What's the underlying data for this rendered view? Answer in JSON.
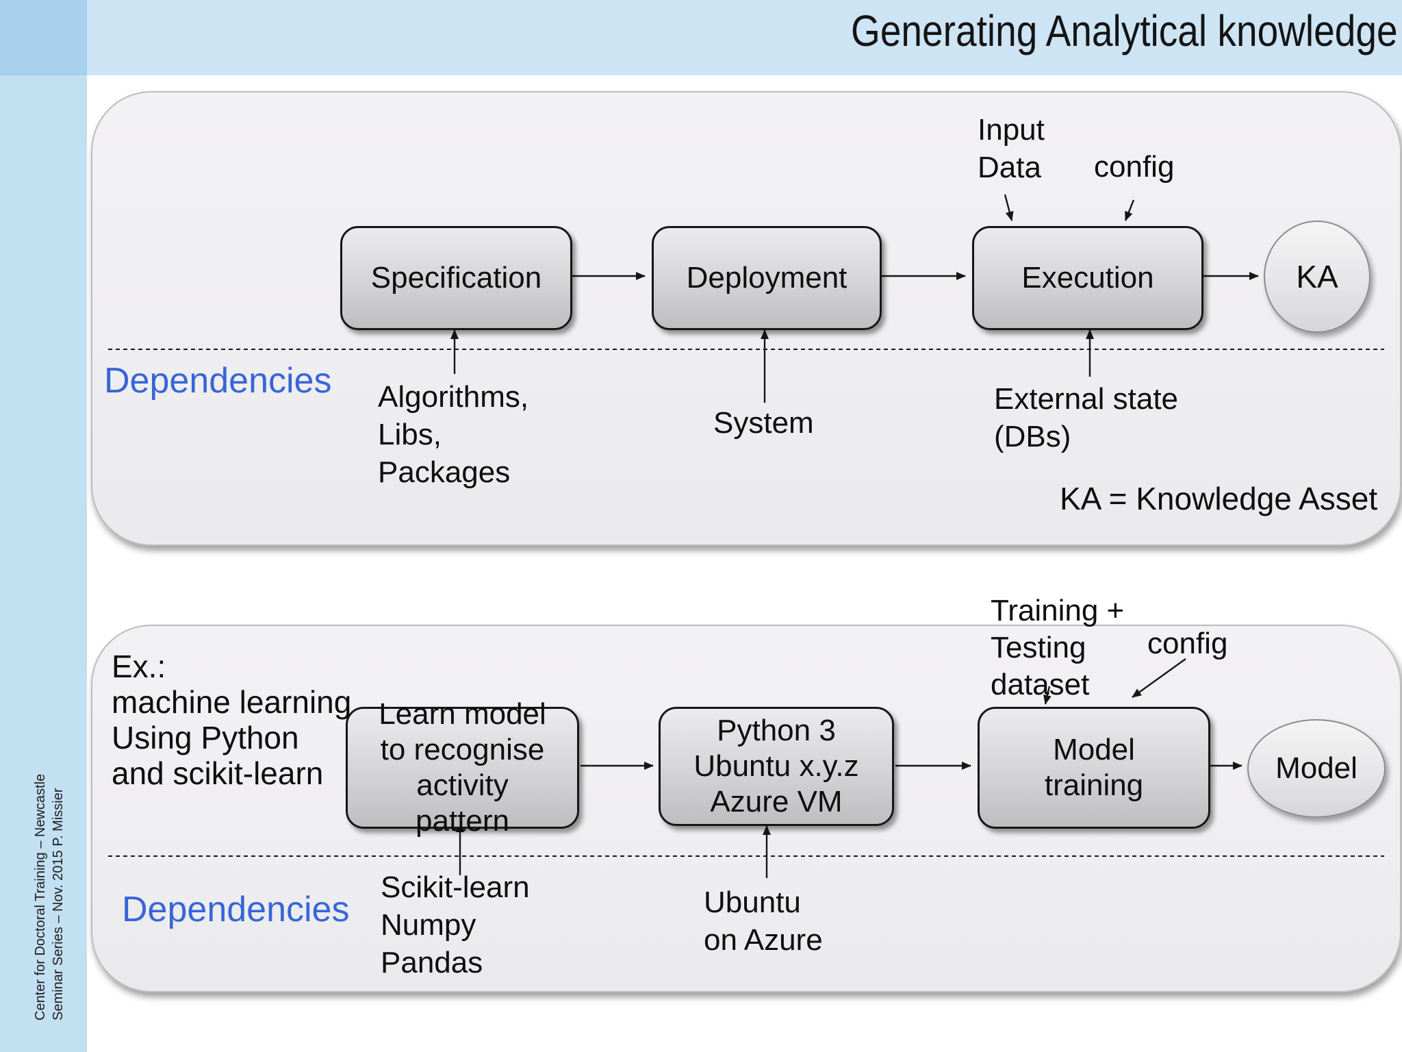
{
  "header": {
    "title": "Generating Analytical knowledge"
  },
  "footer": {
    "line1": "Center for Doctoral Training – Newcastle",
    "line2": "Seminar Series – Nov. 2015 P. Missier"
  },
  "colors": {
    "accent_blue": "#3765d8",
    "top_bar": "#cde4f4",
    "corner_square": "#a6d0eb",
    "sidebar": "#c3dff2",
    "panel_bg": "#f0eff1"
  },
  "panel1": {
    "nodes": {
      "specification": "Specification",
      "deployment": "Deployment",
      "execution": "Execution",
      "ka": "KA"
    },
    "labels": {
      "input_data": "Input\nData",
      "config": "config",
      "dependencies": "Dependencies",
      "algorithms": "Algorithms,\nLibs,\nPackages",
      "system": "System",
      "external_state": "External state\n(DBs)",
      "ka_note": "KA = Knowledge Asset"
    }
  },
  "panel2": {
    "intro": "Ex.:\nmachine learning\nUsing Python\nand scikit-learn",
    "nodes": {
      "learn_model": "Learn model\nto recognise\nactivity\npattern",
      "python_vm": "Python 3\nUbuntu x.y.z\nAzure VM",
      "model_training": "Model\ntraining",
      "model": "Model"
    },
    "labels": {
      "training_dataset": "Training +\nTesting\ndataset",
      "config": "config",
      "dependencies": "Dependencies",
      "scikit": "Scikit-learn\nNumpy\nPandas",
      "ubuntu": "Ubuntu\non Azure"
    }
  }
}
